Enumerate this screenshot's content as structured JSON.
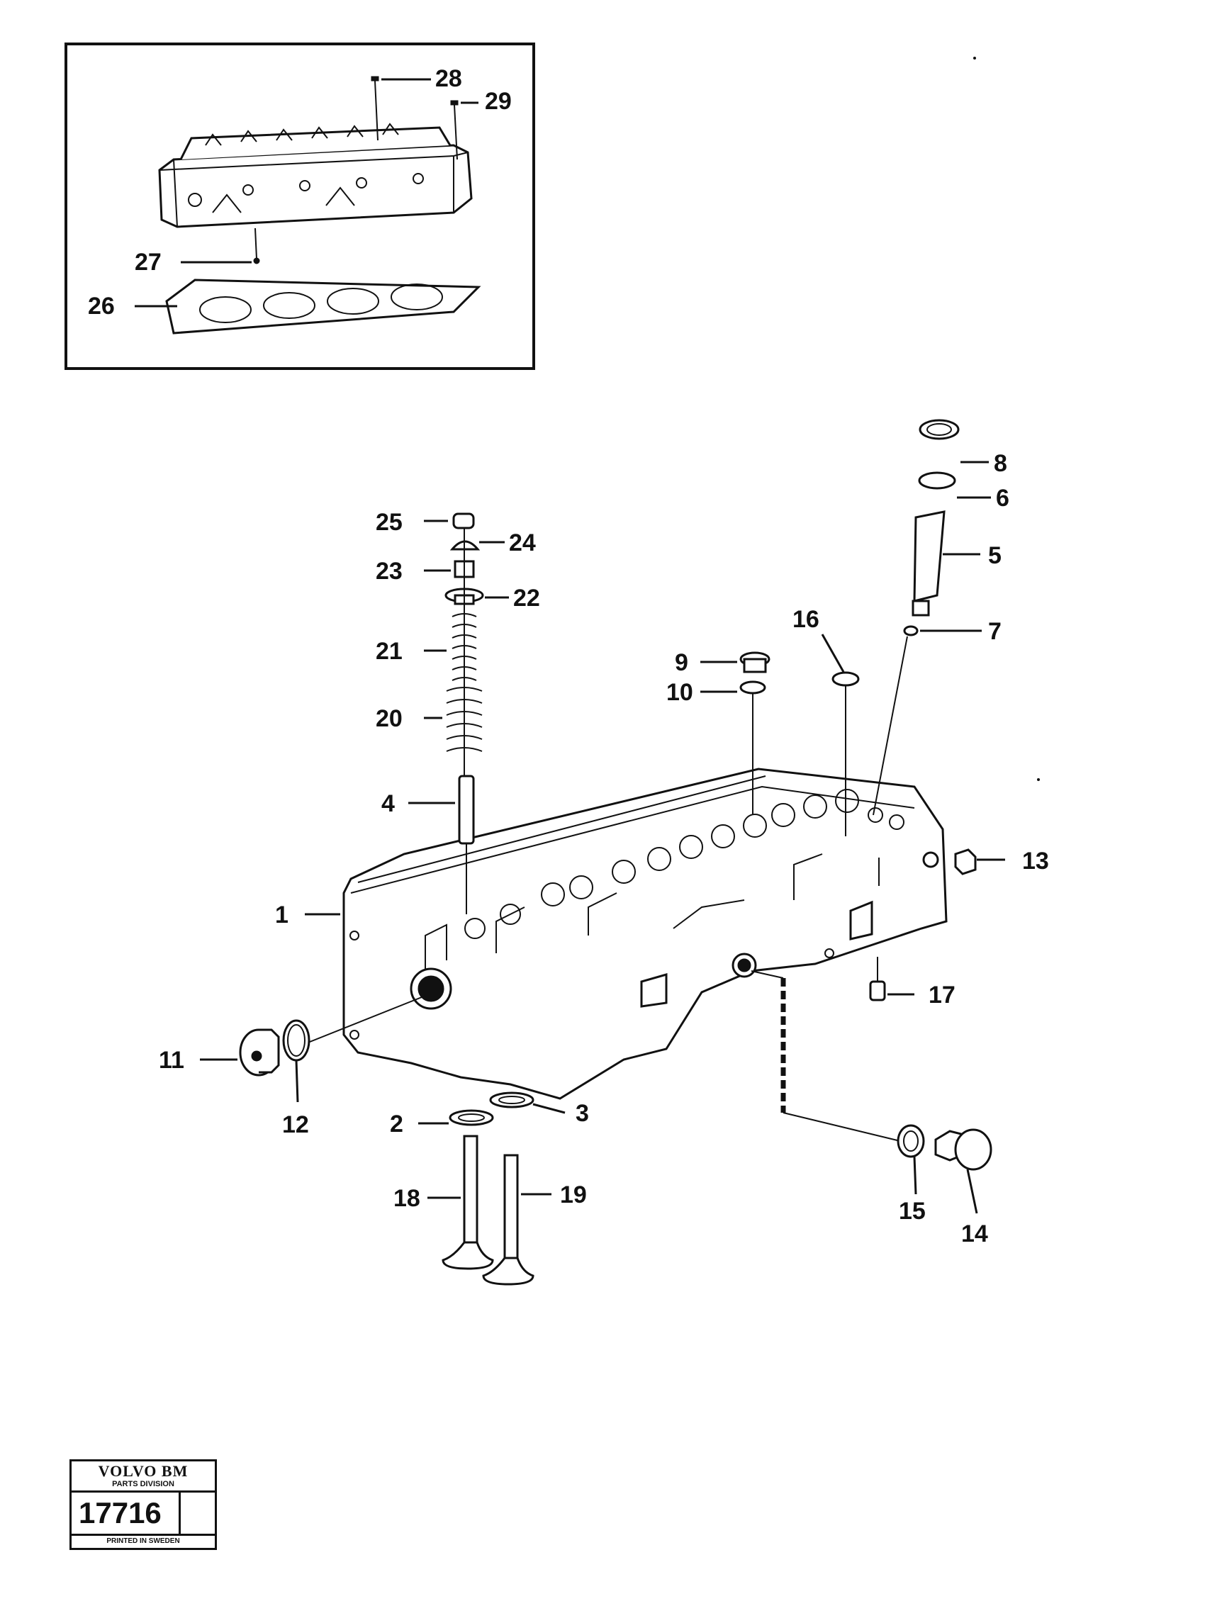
{
  "callouts": {
    "c1": "1",
    "c2": "2",
    "c3": "3",
    "c4": "4",
    "c5": "5",
    "c6": "6",
    "c7": "7",
    "c8": "8",
    "c9": "9",
    "c10": "10",
    "c11": "11",
    "c12": "12",
    "c13": "13",
    "c14": "14",
    "c15": "15",
    "c16": "16",
    "c17": "17",
    "c18": "18",
    "c19": "19",
    "c20": "20",
    "c21": "21",
    "c22": "22",
    "c23": "23",
    "c24": "24",
    "c25": "25",
    "c26": "26",
    "c27": "27",
    "c28": "28",
    "c29": "29"
  },
  "stamp": {
    "brand": "VOLVO BM",
    "division": "PARTS DIVISION",
    "number": "17716",
    "printed": "PRINTED IN SWEDEN"
  }
}
